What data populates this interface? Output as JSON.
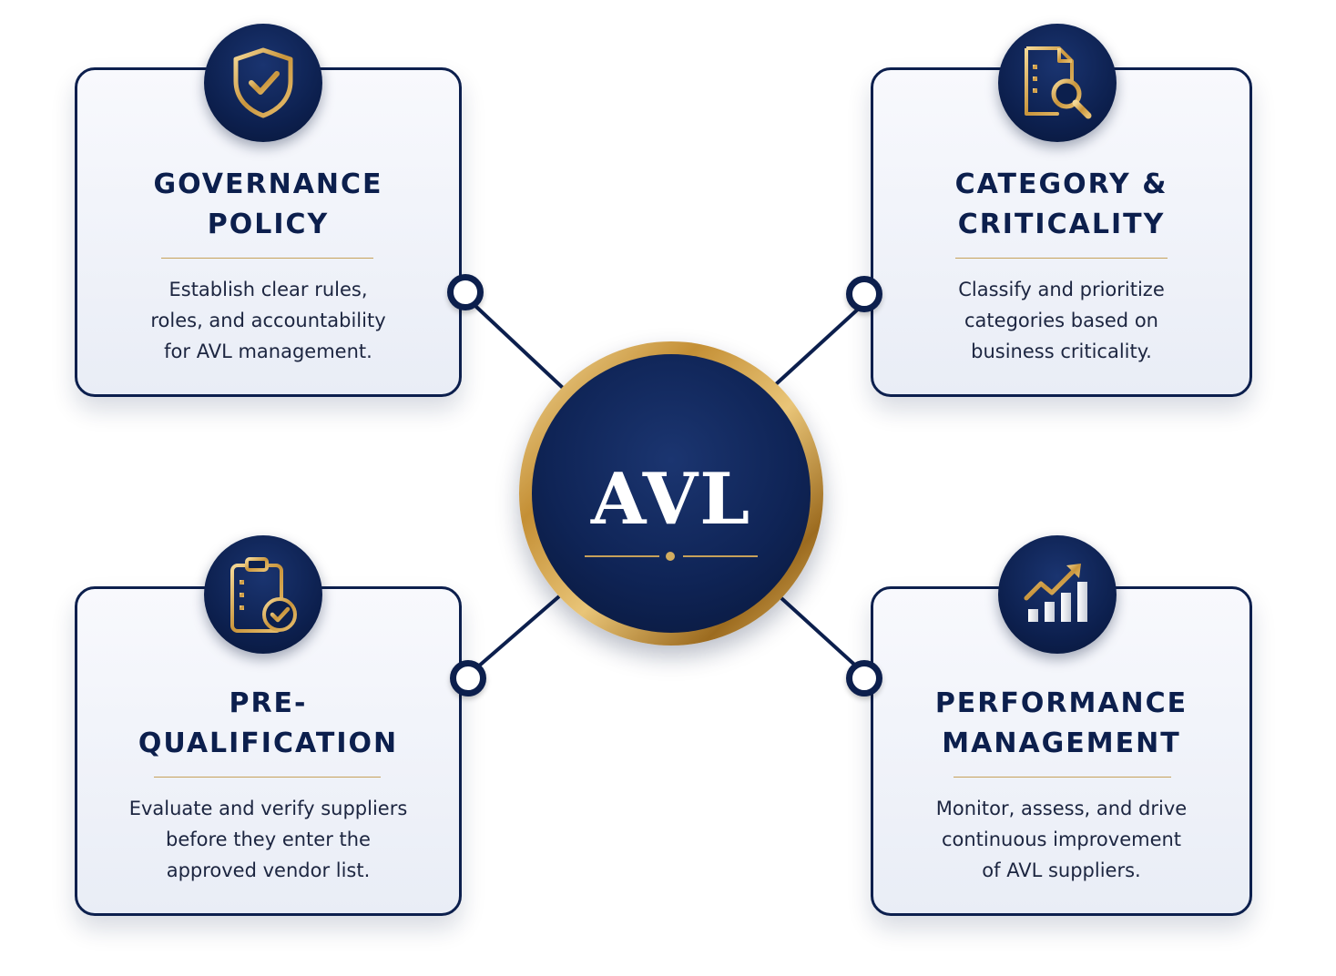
{
  "hub": {
    "label": "AVL"
  },
  "cards": [
    {
      "title_lines": [
        "GOVERNANCE",
        "POLICY"
      ],
      "description_lines": [
        "Establish clear rules,",
        "roles, and accountability",
        "for AVL management."
      ],
      "icon": "shield-check-icon"
    },
    {
      "title_lines": [
        "CATEGORY &",
        "CRITICALITY"
      ],
      "description_lines": [
        "Classify and prioritize",
        "categories based on",
        "business criticality."
      ],
      "icon": "document-search-icon"
    },
    {
      "title_lines": [
        "PRE-",
        "QUALIFICATION"
      ],
      "description_lines": [
        "Evaluate and verify suppliers",
        "before they enter the",
        "approved vendor list."
      ],
      "icon": "clipboard-check-icon"
    },
    {
      "title_lines": [
        "PERFORMANCE",
        "MANAGEMENT"
      ],
      "description_lines": [
        "Monitor, assess, and drive",
        "continuous improvement",
        "of AVL suppliers."
      ],
      "icon": "growth-chart-icon"
    }
  ],
  "colors": {
    "navy": "#0c1f4d",
    "gold": "#c7a15a",
    "card_background": "#eef1f8",
    "text": "#1c2540"
  }
}
